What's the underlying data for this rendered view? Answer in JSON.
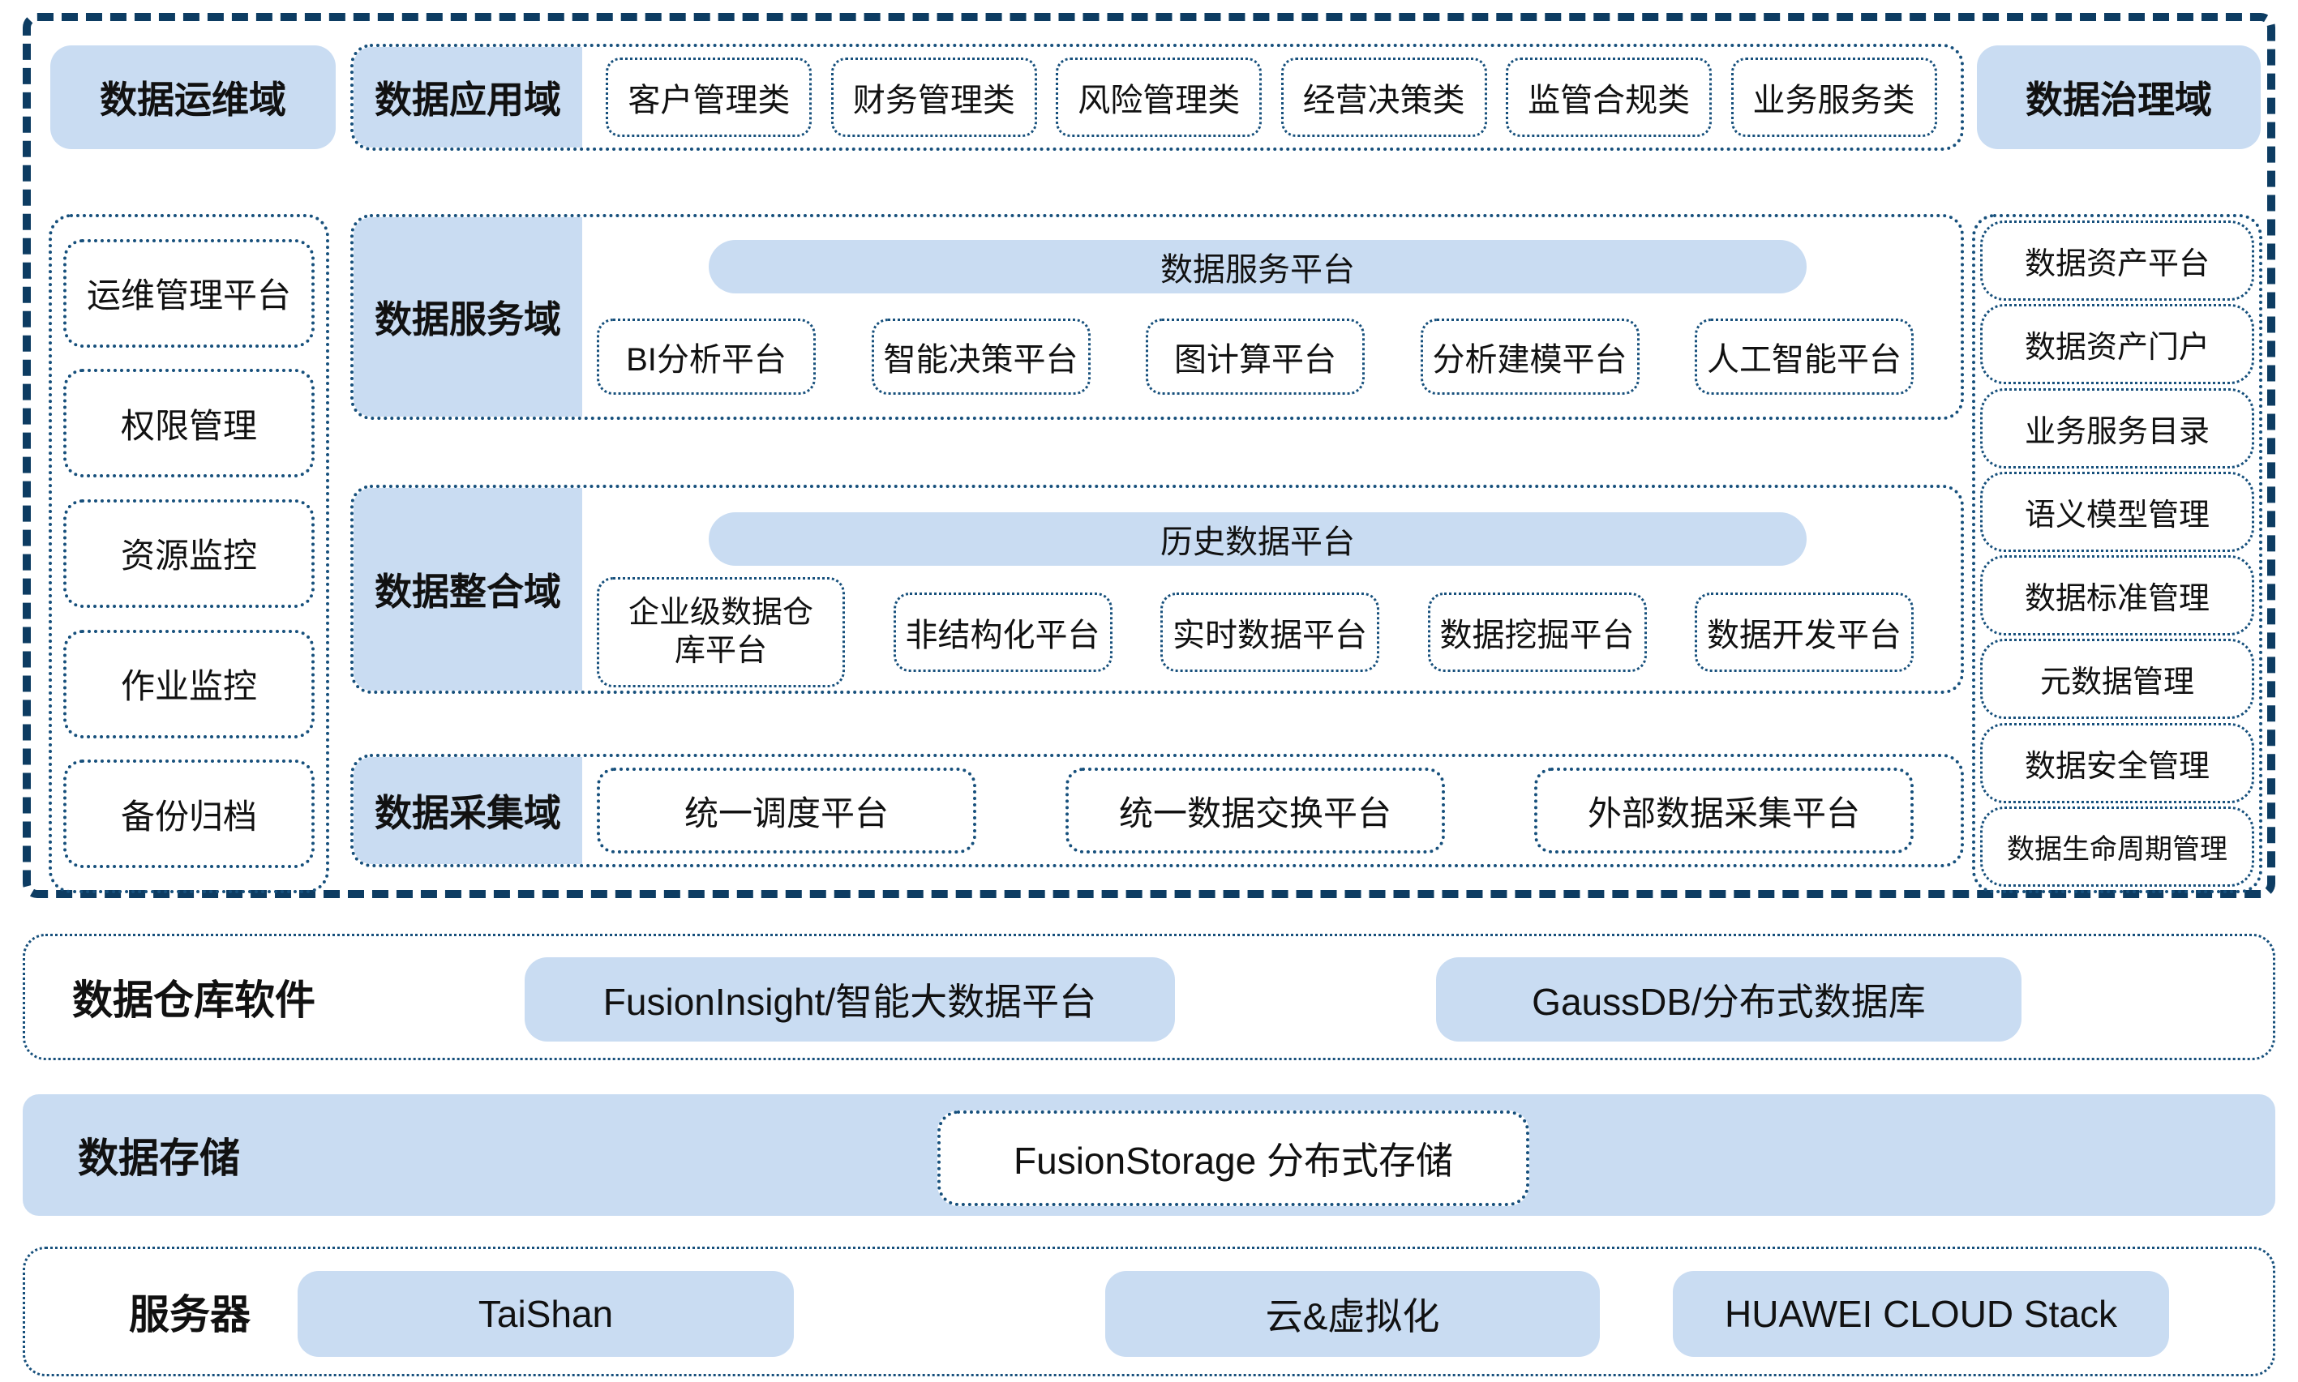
{
  "colors": {
    "light_blue_fill": "#c9dcf2",
    "dashed_navy_border": "#0d3c62",
    "dotted_navy_border": "#17507c",
    "text": "#111111"
  },
  "top": {
    "ops_domain_label": "数据运维域",
    "app_domain": {
      "label": "数据应用域",
      "items": [
        "客户管理类",
        "财务管理类",
        "风险管理类",
        "经营决策类",
        "监管合规类",
        "业务服务类"
      ]
    },
    "gov_domain_label": "数据治理域"
  },
  "left_sidebar": {
    "items": [
      "运维管理平台",
      "权限管理",
      "资源监控",
      "作业监控",
      "备份归档"
    ]
  },
  "right_sidebar": {
    "items": [
      "数据资产平台",
      "数据资产门户",
      "业务服务目录",
      "语义模型管理",
      "数据标准管理",
      "元数据管理",
      "数据安全管理",
      "数据生命周期管理"
    ]
  },
  "rows": {
    "service": {
      "label": "数据服务域",
      "band": "数据服务平台",
      "items": [
        "BI分析平台",
        "智能决策平台",
        "图计算平台",
        "分析建模平台",
        "人工智能平台"
      ]
    },
    "integration": {
      "label": "数据整合域",
      "band": "历史数据平台",
      "items": [
        "企业级数据仓库平台",
        "非结构化平台",
        "实时数据平台",
        "数据挖掘平台",
        "数据开发平台"
      ]
    },
    "collection": {
      "label": "数据采集域",
      "items": [
        "统一调度平台",
        "统一数据交换平台",
        "外部数据采集平台"
      ]
    }
  },
  "bottom": {
    "warehouse": {
      "label": "数据仓库软件",
      "items": [
        "FusionInsight/智能大数据平台",
        "GaussDB/分布式数据库"
      ]
    },
    "storage": {
      "label": "数据存储",
      "items": [
        "FusionStorage 分布式存储"
      ]
    },
    "server": {
      "label": "服务器",
      "items": [
        "TaiShan",
        "云&虚拟化",
        "HUAWEI CLOUD Stack"
      ]
    }
  }
}
